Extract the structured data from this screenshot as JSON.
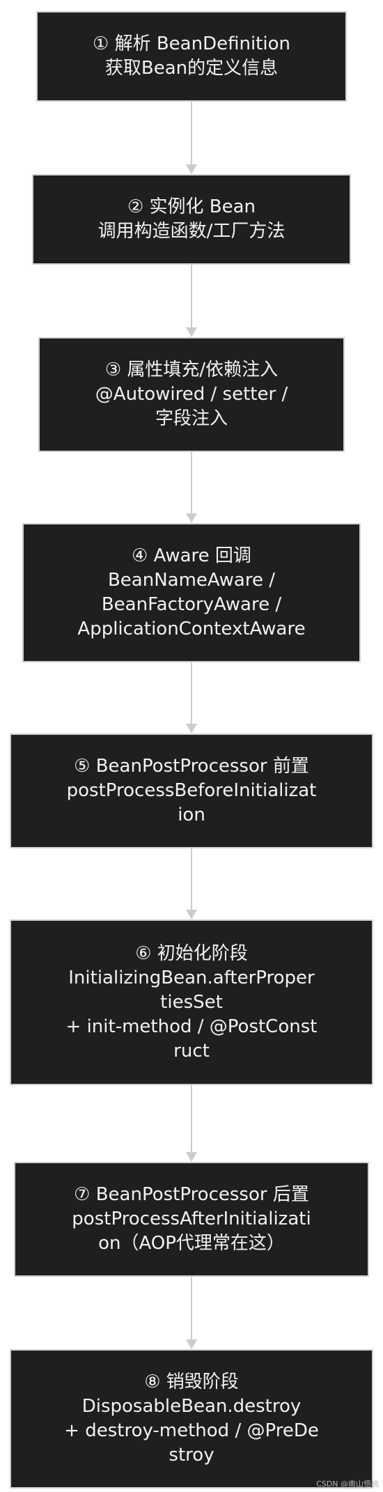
{
  "steps": [
    {
      "text": "① 解析 BeanDefinition\n获取Bean的定义信息"
    },
    {
      "text": "② 实例化 Bean\n调用构造函数/工厂方法"
    },
    {
      "text": "③ 属性填充/依赖注入\n@Autowired / setter /\n字段注入"
    },
    {
      "text": "④ Aware 回调\nBeanNameAware /\nBeanFactoryAware /\nApplicationContextAware"
    },
    {
      "text": "⑤ BeanPostProcessor 前置\npostProcessBeforeInitializat\nion"
    },
    {
      "text": "⑥ 初始化阶段\nInitializingBean.afterProper\ntiesSet\n+ init-method / @PostConst\nruct"
    },
    {
      "text": "⑦ BeanPostProcessor 后置\npostProcessAfterInitializati\non（AOP代理常在这）"
    },
    {
      "text": "⑧ 销毁阶段\nDisposableBean.destroy\n+ destroy-method / @PreDe\nstroy"
    }
  ],
  "watermark": "CSDN @南山悟桃",
  "colors": {
    "node_bg": "#1f1f1f",
    "node_border": "#cfcfcf",
    "node_text": "#f2f2f2",
    "connector": "#cccccc"
  }
}
